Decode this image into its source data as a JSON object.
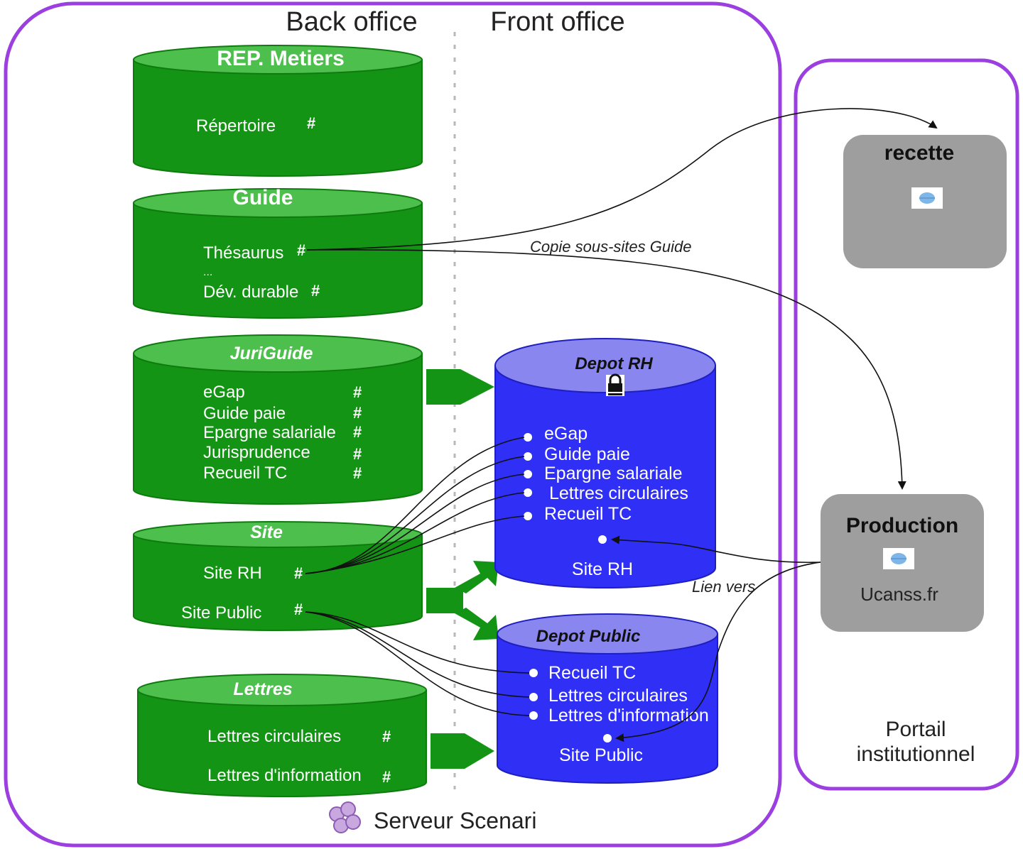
{
  "headers": {
    "back_office": "Back office",
    "front_office": "Front office"
  },
  "server_label": "Serveur Scenari",
  "repositories": {
    "rep_metiers": {
      "title": "REP. Metiers",
      "items": [
        "Répertoire"
      ]
    },
    "guide": {
      "title": "Guide",
      "items": [
        "Thésaurus",
        "...",
        "Dév. durable"
      ]
    },
    "juriguide": {
      "title": "JuriGuide",
      "items": [
        "eGap",
        "Guide paie",
        "Epargne salariale",
        "Jurisprudence",
        "Recueil TC"
      ]
    },
    "site": {
      "title": "Site",
      "items": [
        "Site RH",
        "Site Public"
      ]
    },
    "lettres": {
      "title": "Lettres",
      "items": [
        "Lettres circulaires",
        "Lettres d'information"
      ]
    }
  },
  "depots": {
    "rh": {
      "title": "Depot RH",
      "items": [
        "eGap",
        "Guide paie",
        "Epargne salariale",
        "Lettres circulaires",
        "Recueil TC"
      ],
      "site": "Site RH"
    },
    "public": {
      "title": "Depot  Public",
      "items": [
        "Recueil TC",
        "Lettres circulaires",
        "Lettres d'information"
      ],
      "site": "Site Public"
    }
  },
  "connector_labels": {
    "copie": "Copie sous-sites Guide",
    "lien": "Lien vers"
  },
  "portal": {
    "recette": {
      "title": "recette"
    },
    "production": {
      "title": "Production",
      "subtitle": "Ucanss.fr"
    },
    "label_line1": "Portail",
    "label_line2": "institutionnel"
  },
  "colors": {
    "frame": "#9b3fe0",
    "green": "#149414",
    "green_top": "#4cbf4c",
    "blue": "#2f2ff5",
    "blue_top": "#8a86f0",
    "gray_box": "#9e9e9e"
  }
}
